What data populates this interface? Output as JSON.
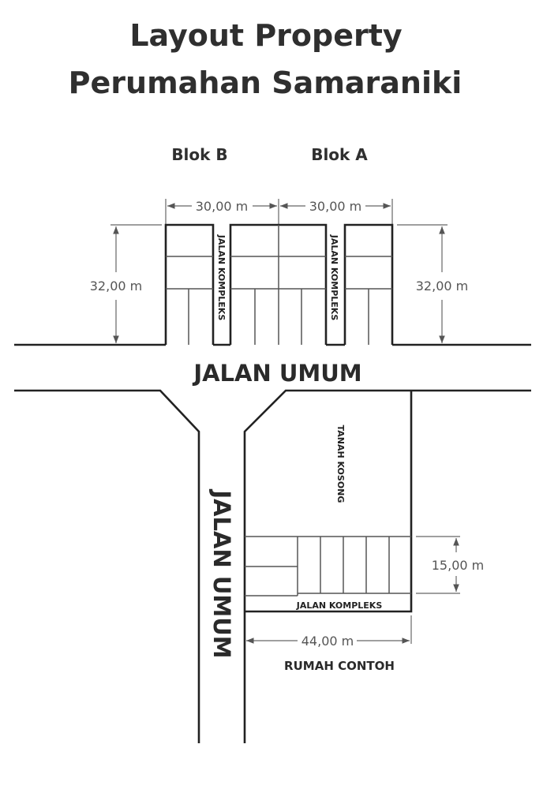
{
  "title": {
    "line1": "Layout Property",
    "line2": "Perumahan Samaraniki"
  },
  "blocks": {
    "b": "Blok B",
    "a": "Blok A"
  },
  "dimensions": {
    "width_b": "30,00 m",
    "width_a": "30,00 m",
    "depth_left": "32,00 m",
    "depth_right": "32,00 m",
    "house_depth": "15,00 m",
    "house_width": "44,00 m"
  },
  "roads": {
    "main_horizontal": "JALAN UMUM",
    "main_vertical": "JALAN UMUM",
    "complex_1": "JALAN KOMPLEKS",
    "complex_2": "JALAN KOMPLEKS",
    "complex_bottom": "JALAN KOMPLEKS"
  },
  "areas": {
    "empty_land": "TANAH KOSONG",
    "sample_house": "RUMAH CONTOH"
  }
}
